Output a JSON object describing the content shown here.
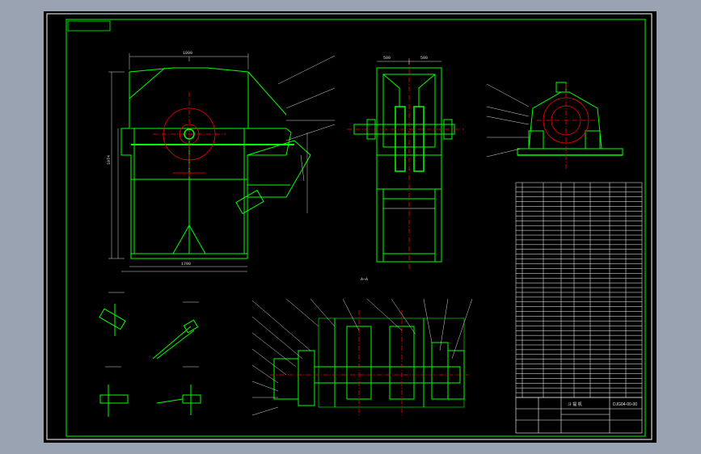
{
  "viewport": {
    "background": "#000000",
    "frame_color": "#ffffff",
    "border_color": "#00ff00",
    "part_color": "#00ff00",
    "center_line_color": "#ff0000",
    "dim_color": "#d8d8d8"
  },
  "views": {
    "front_view": {
      "dim_top": "1800",
      "dim_left": "1074",
      "dim_bottom": "1700"
    },
    "side_view": {
      "dim_top_left": "500",
      "dim_top_right": "500"
    },
    "section_view": {
      "label": "A—A"
    }
  },
  "title_block": {
    "drawing_number": "DJG04-00-00",
    "title": "斗 提 机"
  }
}
